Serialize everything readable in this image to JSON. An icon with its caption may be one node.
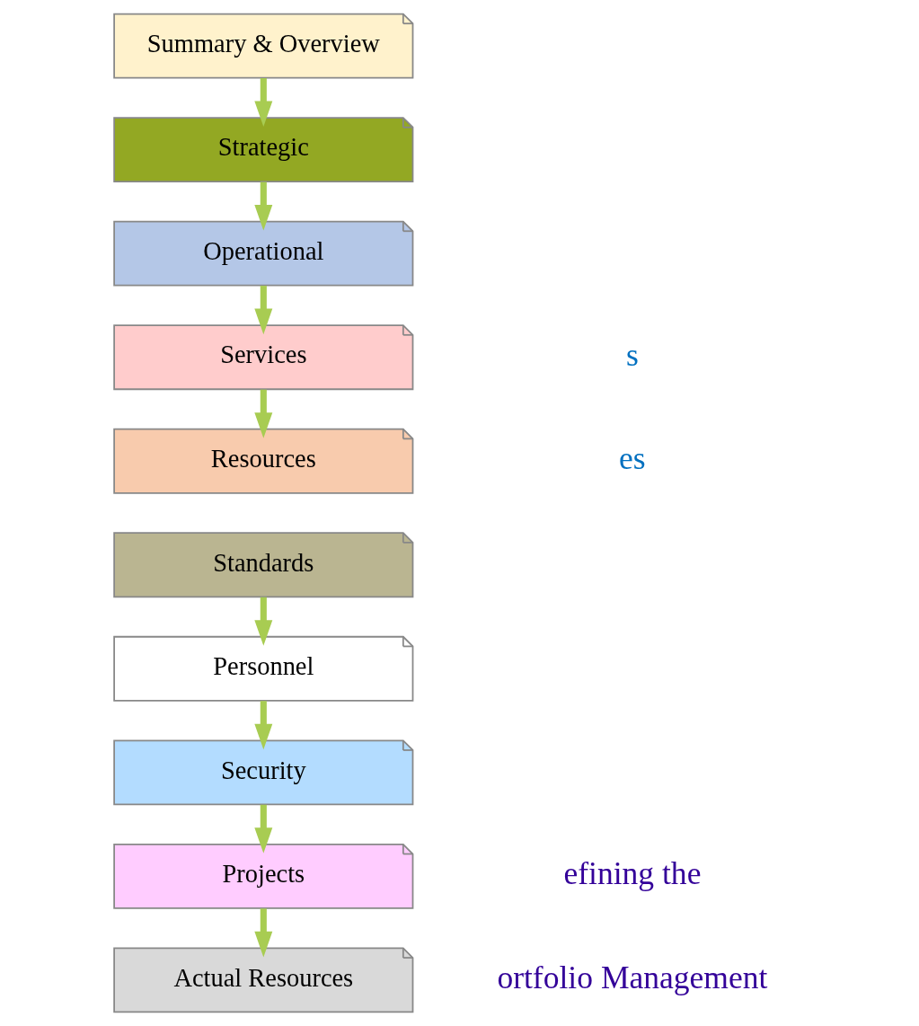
{
  "diagram": {
    "nodes": [
      {
        "text": [
          "Summary & Overview"
        ]
      },
      {
        "text": [
          "Strategic"
        ]
      },
      {
        "text": [
          "Operational"
        ]
      },
      {
        "text": [
          "Services"
        ]
      },
      {
        "text": [
          "Resources"
        ]
      },
      {
        "text": [
          "Standards"
        ]
      },
      {
        "text": [
          "Personnel"
        ]
      },
      {
        "text": [
          "Security"
        ]
      },
      {
        "text": [
          "Projects"
        ]
      },
      {
        "text": [
          "Actual Resources"
        ]
      }
    ],
    "edges": [
      {
        "from": 0,
        "to": 1,
        "arrow": "to"
      },
      {
        "from": 1,
        "to": 2,
        "arrow": "to"
      },
      {
        "from": 2,
        "to": 3,
        "arrow": "to"
      },
      {
        "from": 3,
        "to": 4,
        "arrow": "to"
      },
      {
        "from": 5,
        "to": 6,
        "arrow": "to"
      },
      {
        "from": 6,
        "to": 7,
        "arrow": "to"
      },
      {
        "from": 7,
        "to": 8,
        "arrow": "to"
      },
      {
        "from": 8,
        "to": 9,
        "arrow": "to"
      }
    ],
    "labels": [
      "s",
      "es",
      "efining the",
      "ortfolio Management"
    ]
  }
}
